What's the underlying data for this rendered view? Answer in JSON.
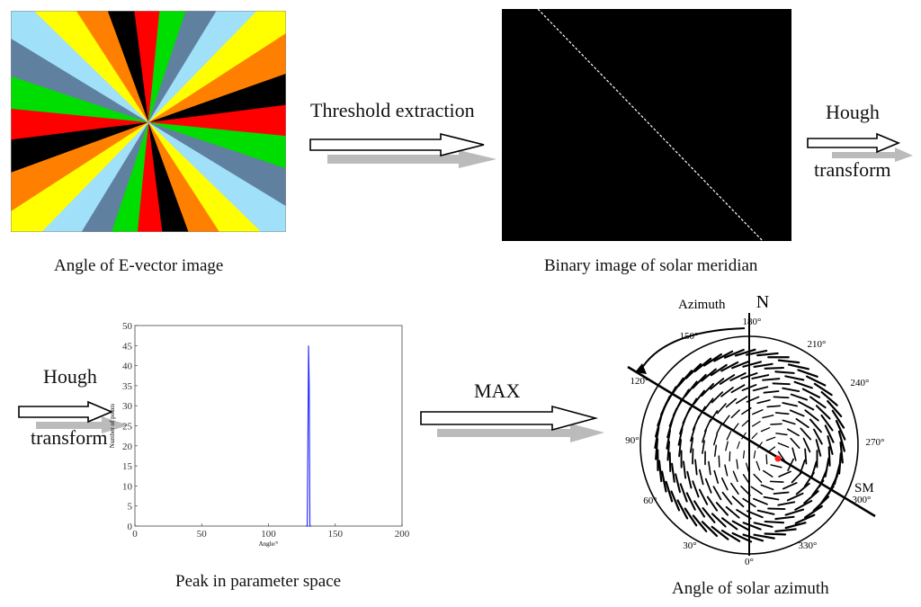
{
  "diagram": {
    "captions": {
      "evector": "Angle of E-vector image",
      "binary": "Binary image of solar meridian",
      "peak": "Peak in parameter space",
      "azimuth": "Angle of solar azimuth"
    },
    "steps": {
      "threshold": "Threshold extraction",
      "hough1_line1": "Hough",
      "hough1_line2": "transform",
      "hough2_line1": "Hough",
      "hough2_line2": "transform",
      "max": "MAX"
    },
    "palette": [
      "#000000",
      "#ff0000",
      "#00dd00",
      "#6080a0",
      "#a0e0f8",
      "#ffff00",
      "#ff8000"
    ],
    "compass": {
      "north": "N",
      "azimuth_label": "Azimuth",
      "sm_label": "SM",
      "degree_labels": [
        "0°",
        "30°",
        "60°",
        "90°",
        "120°",
        "150°",
        "180°",
        "210°",
        "240°",
        "270°",
        "300°",
        "330°"
      ],
      "sun_color": "#ff2020"
    }
  },
  "chart_data": {
    "type": "line",
    "title": "",
    "xlabel": "Angle/°",
    "ylabel": "Number of points",
    "xlim": [
      0,
      200
    ],
    "ylim": [
      0,
      50
    ],
    "xticks": [
      0,
      50,
      100,
      150,
      200
    ],
    "yticks": [
      0,
      5,
      10,
      15,
      20,
      25,
      30,
      35,
      40,
      45,
      50
    ],
    "grid": false,
    "series": [
      {
        "color": "#3030ff",
        "x": [
          128,
          129,
          129.5,
          130,
          130.5,
          131,
          132
        ],
        "y": [
          0,
          0,
          20,
          45,
          35,
          0,
          0
        ]
      }
    ]
  }
}
